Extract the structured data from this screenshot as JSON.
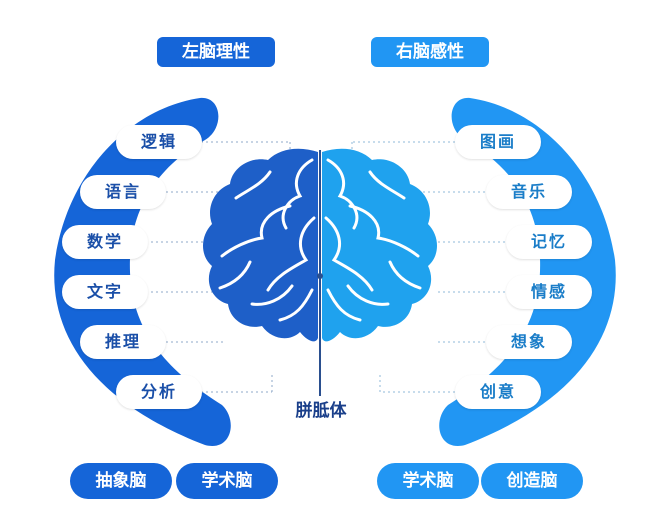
{
  "left": {
    "title": "左脑理性",
    "items": [
      "逻辑",
      "语言",
      "数学",
      "文字",
      "推理",
      "分析"
    ],
    "tags": [
      "抽象脑",
      "学术脑"
    ]
  },
  "right": {
    "title": "右脑感性",
    "items": [
      "图画",
      "音乐",
      "记忆",
      "情感",
      "想象",
      "创意"
    ],
    "tags": [
      "学术脑",
      "创造脑"
    ]
  },
  "center_label": "胼胝体",
  "colors": {
    "left_blue": "#1565d8",
    "right_blue": "#2196f3",
    "left_brain": "#1e5fc8",
    "right_brain": "#1fa2ee"
  }
}
